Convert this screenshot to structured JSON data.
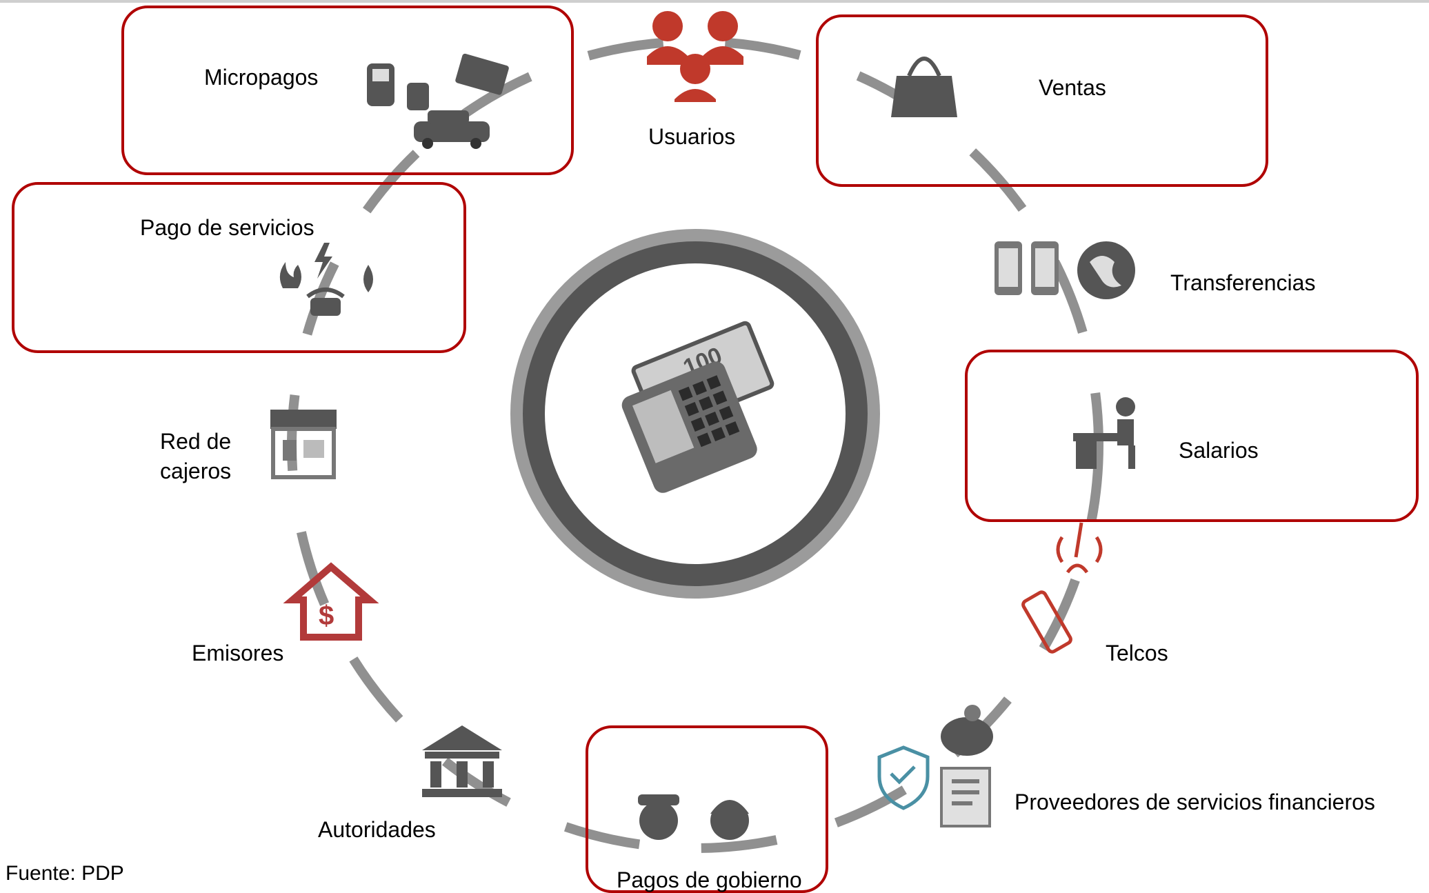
{
  "nodes": {
    "usuarios": "Usuarios",
    "ventas": "Ventas",
    "transferencias": "Transferencias",
    "salarios": "Salarios",
    "telcos": "Telcos",
    "proveedores": "Proveedores de servicios financieros",
    "pagos_gobierno": "Pagos de gobierno",
    "autoridades": "Autoridades",
    "emisores": "Emisores",
    "red_cajeros": "Red de\ncajeros",
    "pago_servicios": "Pago de servicios",
    "micropagos": "Micropagos"
  },
  "source": "Fuente: PDP",
  "colors": {
    "accent_red": "#b00000",
    "icon_red": "#c0392b",
    "icon_gray": "#555555",
    "ring_gray": "#8a8a8a"
  },
  "icons": {
    "center": "mobile-wallet-icon",
    "usuarios": "users-icon",
    "ventas": "shopping-bag-icon",
    "transferencias": "phones-globe-icon",
    "salarios": "worker-desk-icon",
    "telcos": "cell-tower-phone-icon",
    "proveedores": "shield-piggybank-loan-icon",
    "pagos_gobierno": "officers-icon",
    "autoridades": "bank-building-icon",
    "emisores": "dollar-house-icon",
    "red_cajeros": "storefront-icon",
    "pago_servicios": "utilities-icon",
    "micropagos": "transport-tickets-icon"
  }
}
